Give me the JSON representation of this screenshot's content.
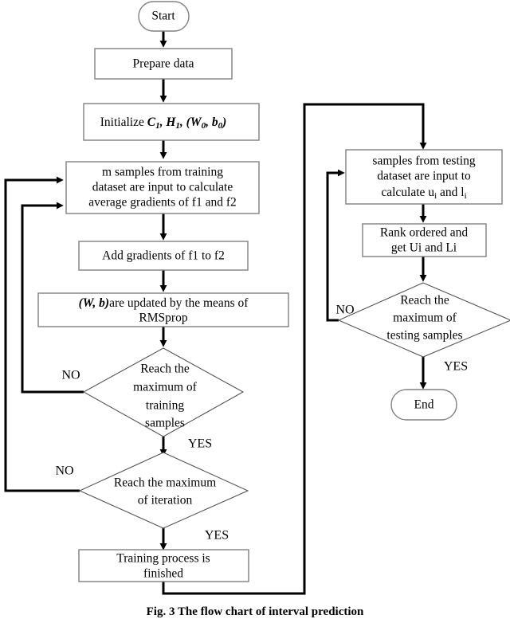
{
  "figure": {
    "caption": "Fig. 3 The flow chart of interval prediction",
    "caption_prefix": "Fig. 3",
    "background": "#ffffff",
    "line_color": "#000000",
    "box_stroke": "#808080"
  },
  "nodes": {
    "start": {
      "label": "Start",
      "shape": "terminator"
    },
    "prepare": {
      "label": "Prepare data",
      "shape": "process"
    },
    "initialize": {
      "shape": "process",
      "prefix": "Initialize ",
      "vars": [
        {
          "base": "C",
          "sub": "1",
          "tail": ", "
        },
        {
          "base": "H",
          "sub": "1",
          "tail": ", "
        },
        {
          "base": "(W",
          "sub": "0",
          "tail": ", "
        },
        {
          "base": "b",
          "sub": "0",
          "tail": ")"
        }
      ],
      "plain": "Initialize C1, H1, (W0, b0)"
    },
    "train_input": {
      "shape": "process",
      "lines": [
        "m samples from training",
        "dataset are input to calculate",
        "average gradients of f1 and f2"
      ]
    },
    "add_gradients": {
      "shape": "process",
      "label": "Add gradients of f1 to f2"
    },
    "update_params": {
      "shape": "process",
      "bold_prefix": "(W, b)",
      "lines": [
        "(W, b)are updated by the means of",
        "RMSprop"
      ]
    },
    "decide_training_samples": {
      "shape": "decision",
      "lines": [
        "Reach the",
        "maximum of",
        "training",
        "samples"
      ],
      "yes_label": "YES",
      "no_label": "NO"
    },
    "decide_iteration": {
      "shape": "decision",
      "lines": [
        "Reach the maximum",
        "of iteration"
      ],
      "yes_label": "YES",
      "no_label": "NO"
    },
    "training_finished": {
      "shape": "process",
      "lines": [
        "Training process is",
        "finished"
      ]
    },
    "test_input": {
      "shape": "process",
      "lines": [
        "samples from testing",
        "dataset are input to",
        "calculate  ui and li"
      ],
      "line3_parts": [
        {
          "base": "calculate  u",
          "sub": "i"
        },
        {
          "base": " and l",
          "sub": "i"
        }
      ]
    },
    "rank_ordered": {
      "shape": "process",
      "lines": [
        "Rank ordered and",
        "get Ui and Li"
      ]
    },
    "decide_testing_samples": {
      "shape": "decision",
      "lines": [
        "Reach the",
        "maximum of",
        "testing samples"
      ],
      "yes_label": "YES",
      "no_label": "NO"
    },
    "end": {
      "label": "End",
      "shape": "terminator"
    }
  },
  "edge_labels": {
    "training_no": "NO",
    "training_yes": "YES",
    "iteration_no": "NO",
    "iteration_yes": "YES",
    "testing_no": "NO",
    "testing_yes": "YES"
  }
}
